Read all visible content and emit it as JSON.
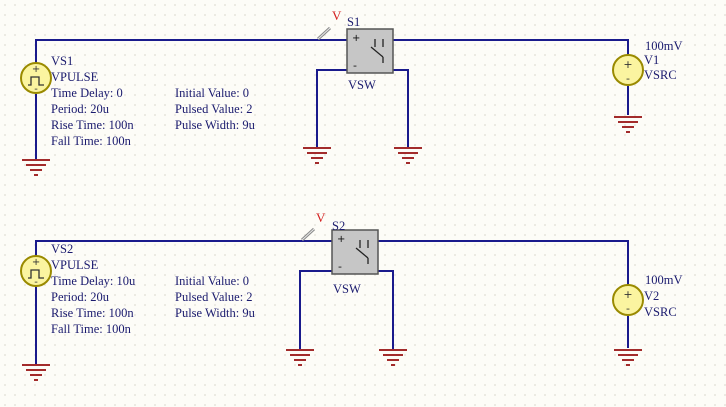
{
  "colors": {
    "background": "#fdfcf7",
    "wire": "#1a1a8c",
    "ground": "#a32b2b",
    "label": "#1a1a6e",
    "source_fill": "#fbf4a0",
    "source_stroke": "#9a8a00",
    "switch_fill": "#c6c6c6",
    "probe": "#d42020"
  },
  "circuit1": {
    "pulse_source": {
      "designator": "VS1",
      "model": "VPULSE",
      "left_params": [
        "Time Delay: 0",
        "Period: 20u",
        "Rise Time: 100n",
        "Fall Time: 100n"
      ],
      "right_params": [
        "Initial Value: 0",
        "Pulsed Value: 2",
        "Pulse Width: 9u"
      ]
    },
    "switch": {
      "designator": "S1",
      "model": "VSW",
      "probe_label": "V"
    },
    "dc_source": {
      "value": "100mV",
      "designator": "V1",
      "model": "VSRC"
    }
  },
  "circuit2": {
    "pulse_source": {
      "designator": "VS2",
      "model": "VPULSE",
      "left_params": [
        "Time Delay: 10u",
        "Period: 20u",
        "Rise Time: 100n",
        "Fall Time: 100n"
      ],
      "right_params": [
        "Initial Value: 0",
        "Pulsed Value: 2",
        "Pulse Width: 9u"
      ]
    },
    "switch": {
      "designator": "S2",
      "model": "VSW",
      "probe_label": "V"
    },
    "dc_source": {
      "value": "100mV",
      "designator": "V2",
      "model": "VSRC"
    }
  }
}
